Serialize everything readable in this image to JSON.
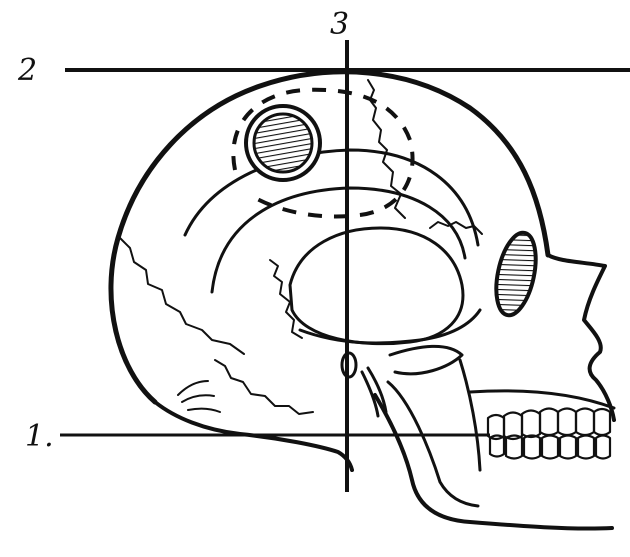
{
  "diagram": {
    "labels": {
      "line_1": "1.",
      "line_2": "2",
      "line_3": "3"
    },
    "colors": {
      "ink": "#111111",
      "paper": "#ffffff"
    },
    "elements": [
      "skull-lateral-view",
      "reference-line-1",
      "reference-line-2",
      "reference-line-3",
      "hatched-circle",
      "hatched-orbit",
      "dashed-outline"
    ]
  }
}
